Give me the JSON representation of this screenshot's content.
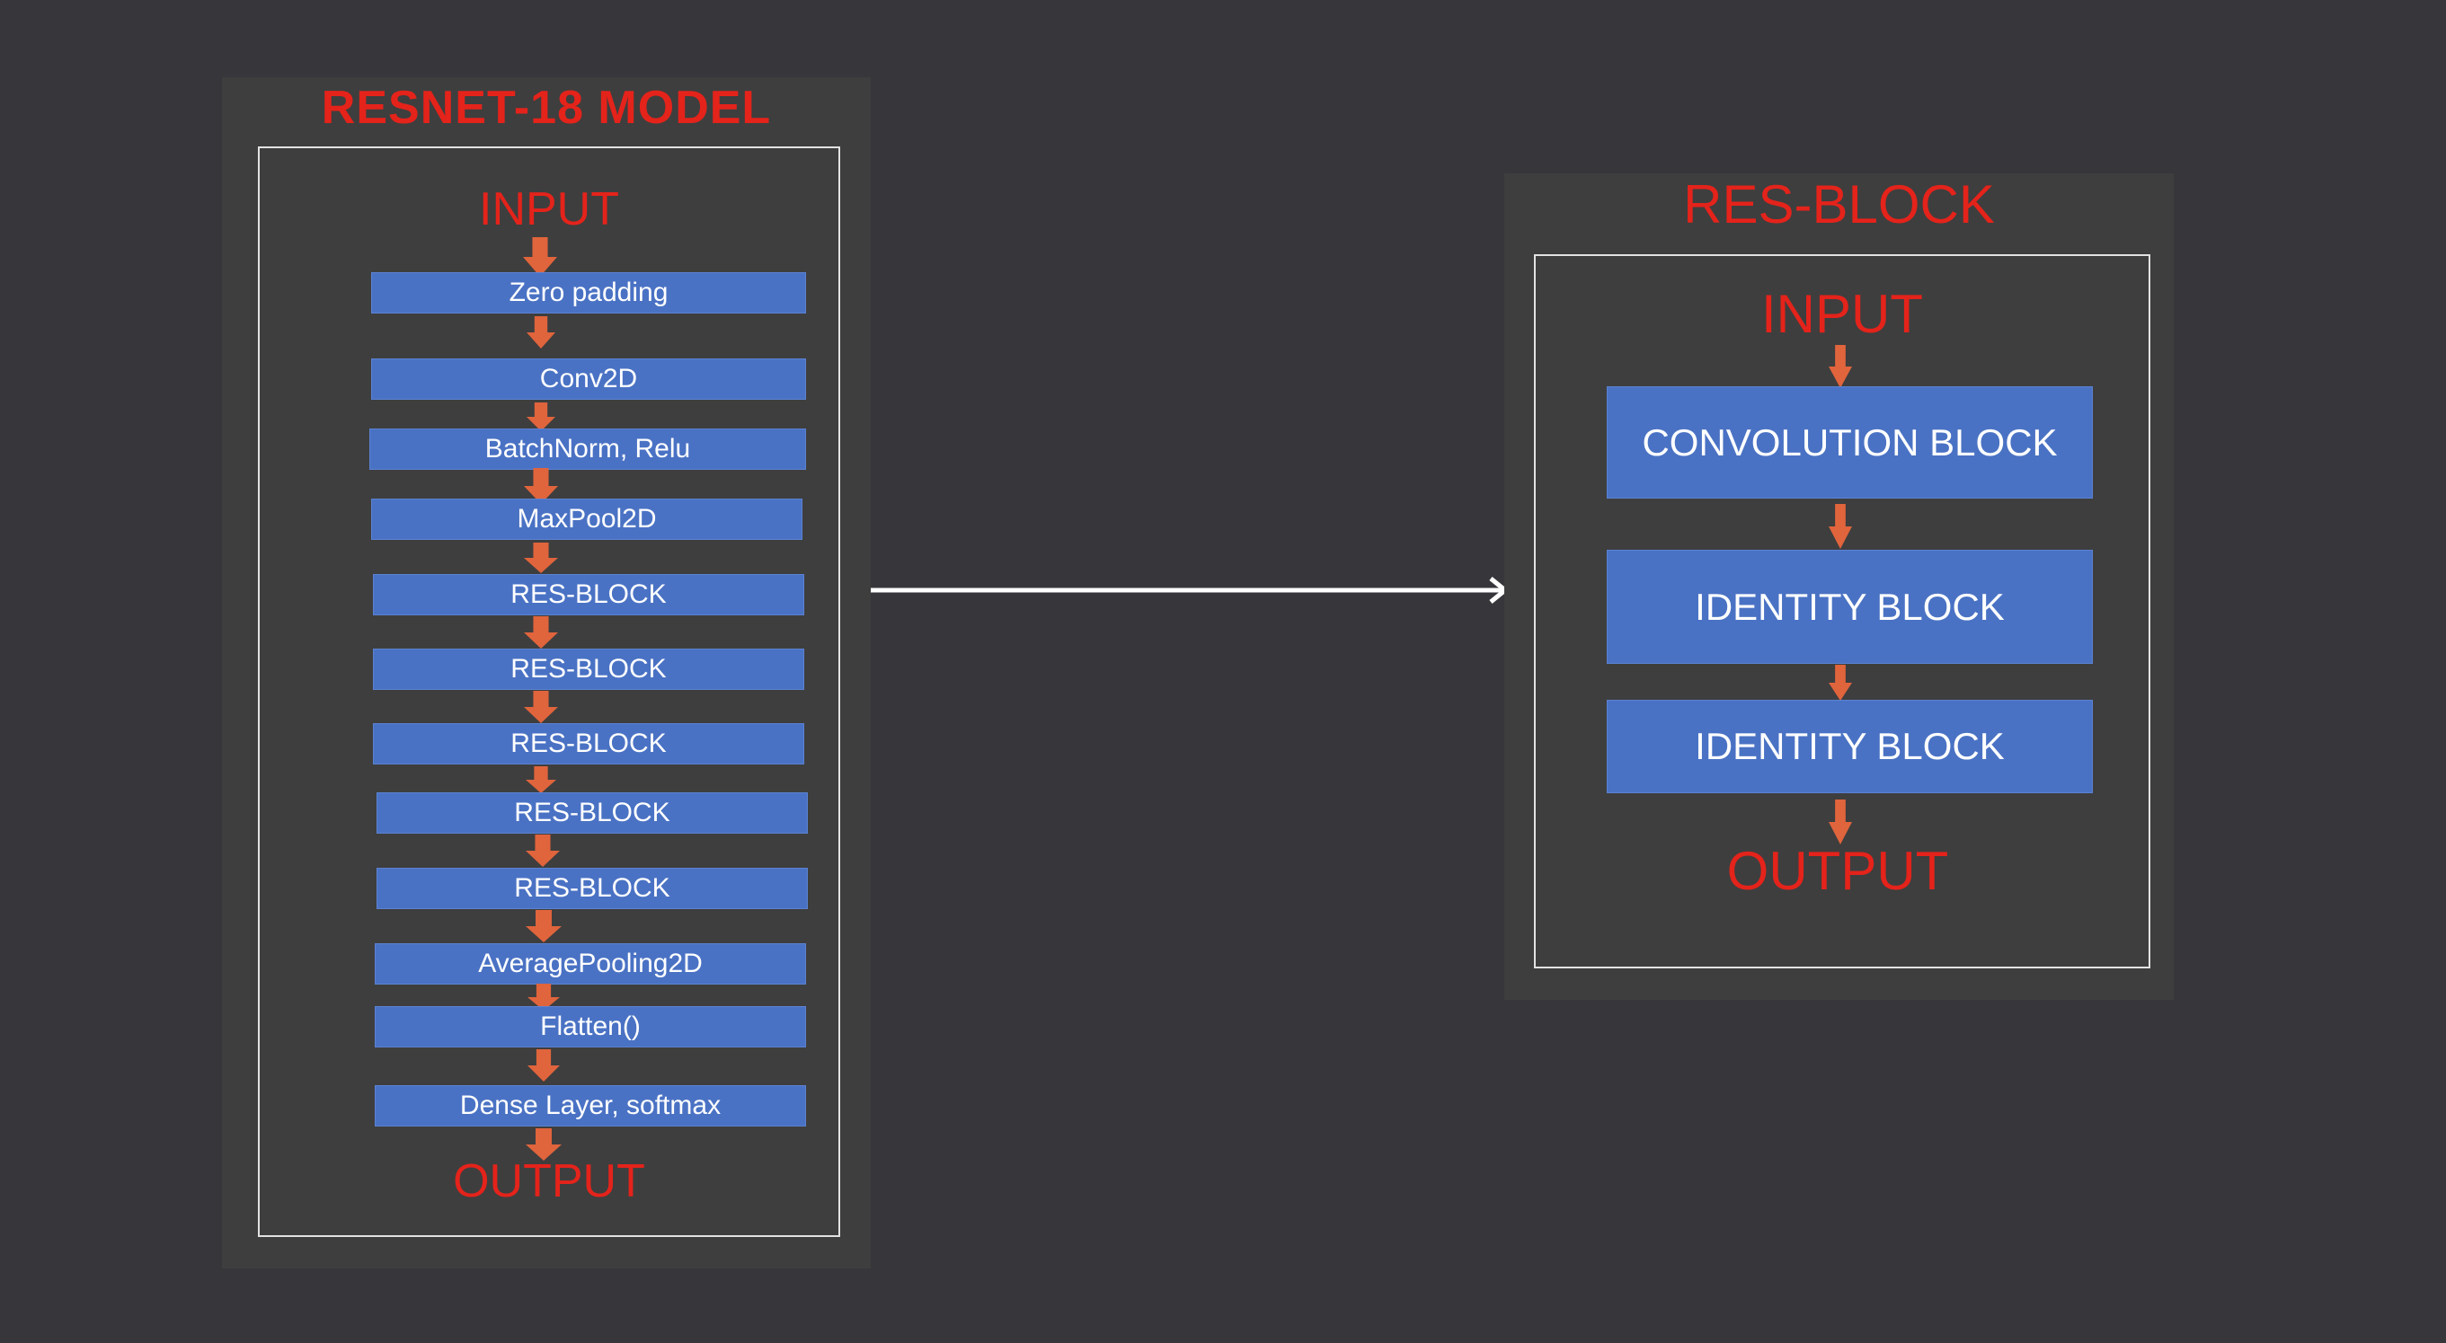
{
  "resnet_model": {
    "title": "RESNET-18  MODEL",
    "input_label": "INPUT",
    "output_label": "OUTPUT",
    "layers": [
      "Zero padding",
      "Conv2D",
      "BatchNorm, Relu",
      "MaxPool2D",
      "RES-BLOCK",
      "RES-BLOCK",
      "RES-BLOCK",
      "RES-BLOCK",
      "RES-BLOCK",
      "AveragePooling2D",
      "Flatten()",
      "Dense Layer, softmax"
    ]
  },
  "res_block": {
    "title": "RES-BLOCK",
    "input_label": "INPUT",
    "output_label": "OUTPUT",
    "blocks": [
      "CONVOLUTION BLOCK",
      "IDENTITY BLOCK",
      "IDENTITY BLOCK"
    ]
  },
  "colors": {
    "background": "#37363b",
    "panel": "#3e3e3e",
    "title_red": "#e4231b",
    "box_blue": "#4a72c4",
    "arrow_orange": "#e0643c",
    "connector_white": "#ffffff"
  }
}
